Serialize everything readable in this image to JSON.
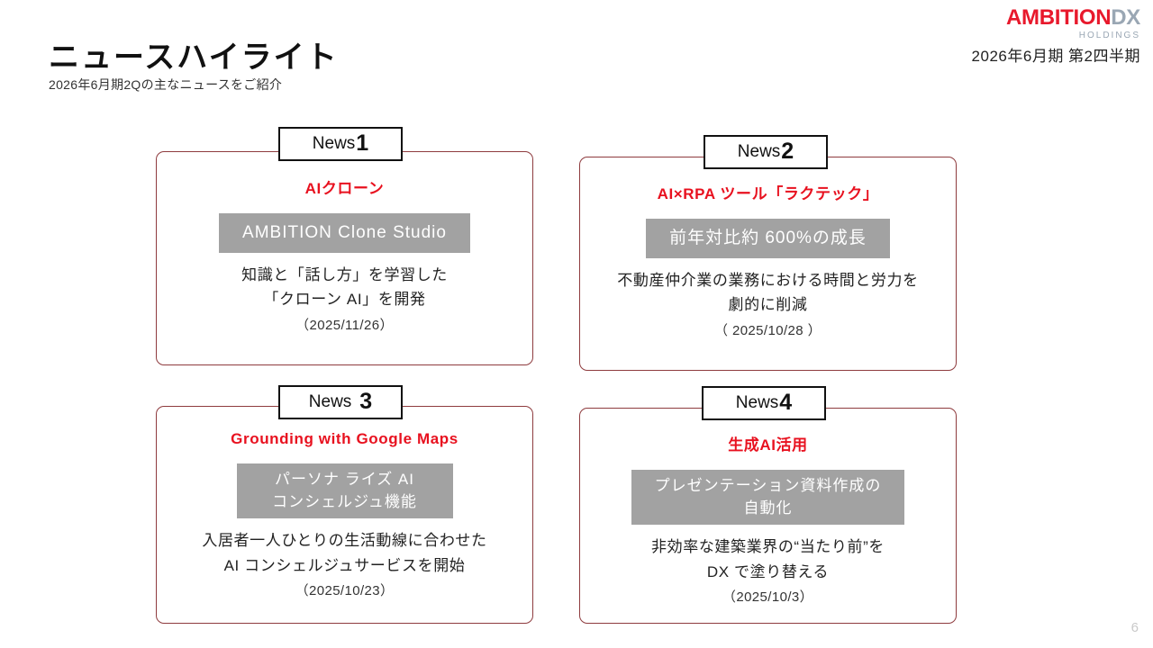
{
  "header": {
    "logo": {
      "main_primary": "AMBITION",
      "main_secondary": "DX",
      "sub": "HOLDINGS",
      "primary_color": "#e8192c",
      "secondary_color": "#9aa7b4"
    },
    "title": "ニュースハイライト",
    "subtitle": "2026年6月期2Qの主なニュースをご紹介",
    "quarter_label": "2026年6月期 第2四半期"
  },
  "theme": {
    "card_border_color": "#8e3b3e",
    "headline_color": "#e8111f",
    "band_bg_color": "#a2a2a2",
    "band_text_color": "#ffffff"
  },
  "cards": [
    {
      "badge_word": "News",
      "badge_num": "1",
      "headline": "AIクローン",
      "band_lines": [
        "AMBITION Clone Studio"
      ],
      "body_lines": [
        "知識と「話し方」を学習した",
        "「クローン AI」を開発"
      ],
      "date": "（2025/11/26）"
    },
    {
      "badge_word": "News",
      "badge_num": "2",
      "headline": "AI×RPA ツール「ラクテック」",
      "band_lines": [
        "前年対比約 600%の成長"
      ],
      "body_lines": [
        "不動産仲介業の業務における時間と労力を",
        "劇的に削減"
      ],
      "date": "（ 2025/10/28 ）"
    },
    {
      "badge_word": "News",
      "badge_num": "3",
      "headline": "Grounding with Google Maps",
      "band_lines": [
        "パーソナ ライズ AI",
        "コンシェルジュ機能"
      ],
      "body_lines": [
        "入居者一人ひとりの生活動線に合わせた",
        "AI コンシェルジュサービスを開始"
      ],
      "date": "（2025/10/23）"
    },
    {
      "badge_word": "News",
      "badge_num": "4",
      "headline": "生成AI活用",
      "band_lines": [
        "プレゼンテーション資料作成の",
        "自動化"
      ],
      "body_lines": [
        "非効率な建築業界の“当たり前”を",
        "DX で塗り替える"
      ],
      "date": "（2025/10/3）"
    }
  ],
  "footer": {
    "page_number": "6"
  }
}
